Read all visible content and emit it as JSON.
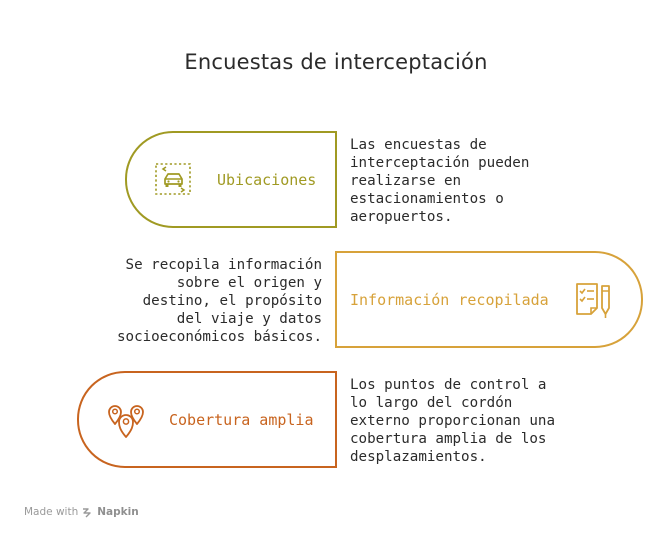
{
  "title": "Encuestas de interceptación",
  "colors": {
    "olive": "#a09a23",
    "gold": "#d7a23a",
    "orange": "#c8641f"
  },
  "items": [
    {
      "label": "Ubicaciones",
      "icon": "car-location-icon",
      "description": "Las encuestas de\ninterceptación pueden\nrealizarse en\nestacionamientos o\naeropuertos."
    },
    {
      "label": "Información recopilada",
      "icon": "checklist-pen-icon",
      "description": "Se recopila información\nsobre el origen y\ndestino, el propósito\ndel viaje y datos\nsocioeconómicos básicos."
    },
    {
      "label": "Cobertura amplia",
      "icon": "location-pins-icon",
      "description": "Los puntos de control a\nlo largo del cordón\nexterno proporcionan una\ncobertura amplia de los\ndesplazamientos."
    }
  ],
  "footer": {
    "made_with": "Made with",
    "brand": "Napkin"
  }
}
